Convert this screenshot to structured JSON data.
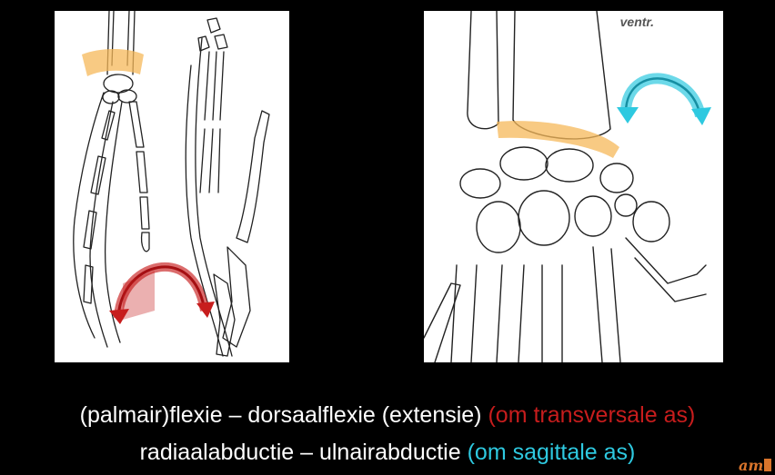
{
  "slide": {
    "right_panel_label": "ventr.",
    "caption_line1": {
      "main": "(palmair)flexie – dorsaalflexie (extensie)",
      "axis": "(om transversale as)"
    },
    "caption_line2": {
      "main": "radiaalabductie – ulnairabductie",
      "axis": "(om sagittale as)"
    },
    "logo_text": "am",
    "colors": {
      "red_axis": "#c71d1d",
      "cyan_axis": "#2ec9e0",
      "joint_highlight": "#f5b85a",
      "background": "#000000"
    },
    "icons": {
      "left_arrow": "curved-arrow-red",
      "right_arrow": "curved-arrow-cyan"
    }
  }
}
